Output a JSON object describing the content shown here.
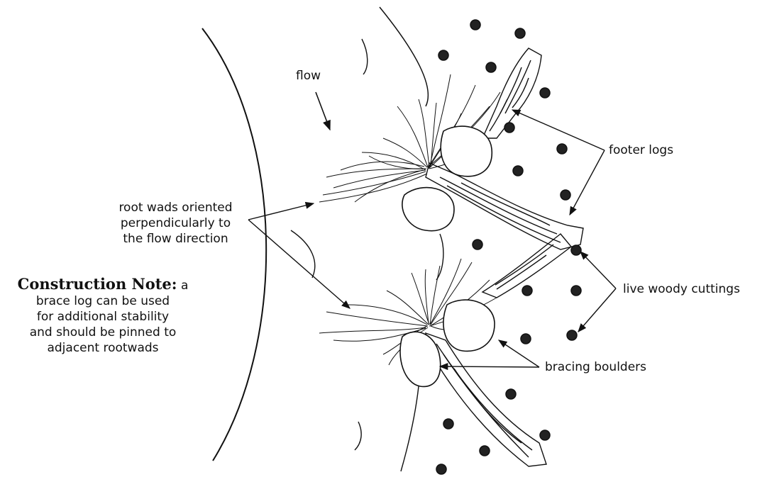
{
  "labels": {
    "flow": "flow",
    "footer_logs": "footer logs",
    "root_wads": [
      "root wads oriented",
      "perpendicularly to",
      "the flow  direction"
    ],
    "live_woody": "live woody cuttings",
    "bracing_boulders": "bracing boulders",
    "note_heading": "Construction Note:",
    "note_first_tail": " a",
    "note_lines": [
      "brace log can be used",
      "for additional stability",
      "and should be pinned to",
      "adjacent rootwads"
    ]
  },
  "colors": {
    "ink": "#111111",
    "paper": "#ffffff"
  }
}
